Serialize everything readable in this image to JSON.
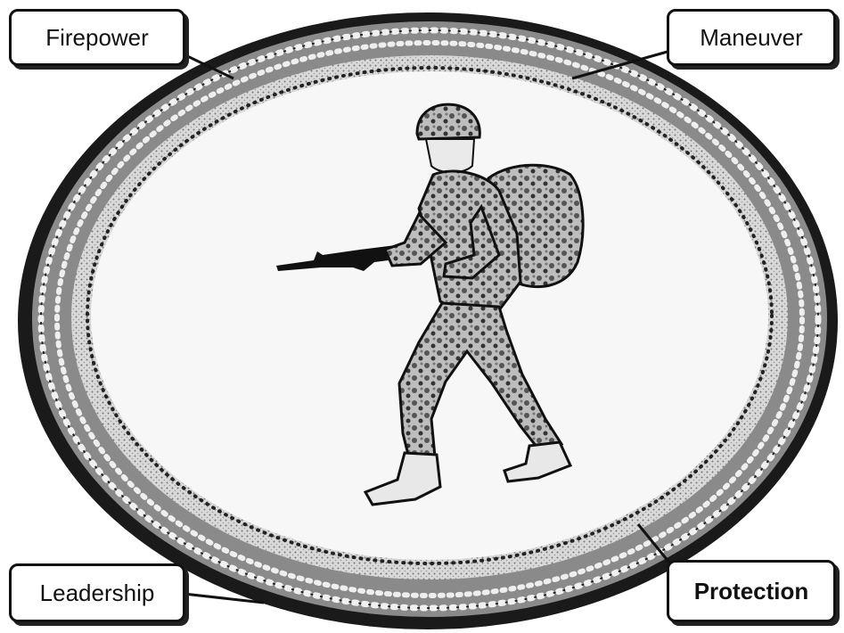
{
  "labels": {
    "firepower": "Firepower",
    "maneuver": "Maneuver",
    "leadership": "Leadership",
    "protection": "Protection"
  },
  "colors": {
    "ink": "#111111",
    "ring_dark": "#1a1a1a",
    "ring_gray": "#8a8a8a",
    "inner_field": "#f7f7f7"
  },
  "icons": [
    "soldier-icon"
  ]
}
